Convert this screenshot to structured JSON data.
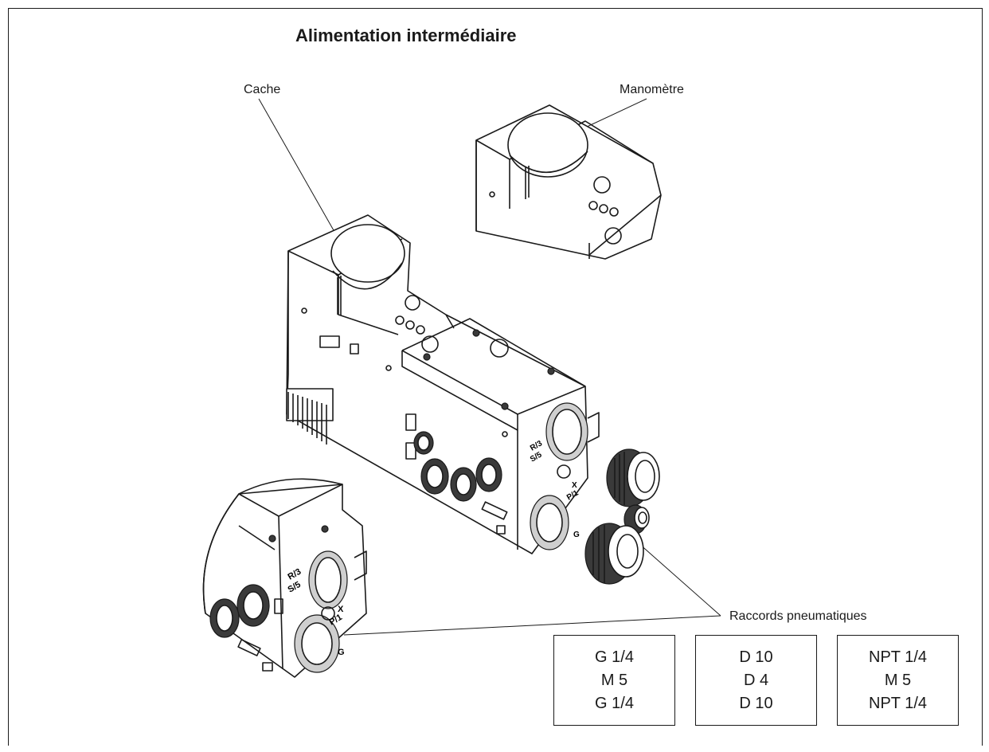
{
  "title": "Alimentation intermédiaire",
  "labels": {
    "cache": "Cache",
    "manometre": "Manomètre",
    "raccords": "Raccords pneumatiques"
  },
  "port_marks": {
    "r3": "R/3",
    "s5": "S/5",
    "x": "X",
    "p1": "P/1",
    "g": "G"
  },
  "fitting_boxes": [
    {
      "lines": [
        "G 1/4",
        "M 5",
        "G 1/4"
      ]
    },
    {
      "lines": [
        "D 10",
        "D 4",
        "D 10"
      ]
    },
    {
      "lines": [
        "NPT 1/4",
        "M 5",
        "NPT 1/4"
      ]
    }
  ]
}
